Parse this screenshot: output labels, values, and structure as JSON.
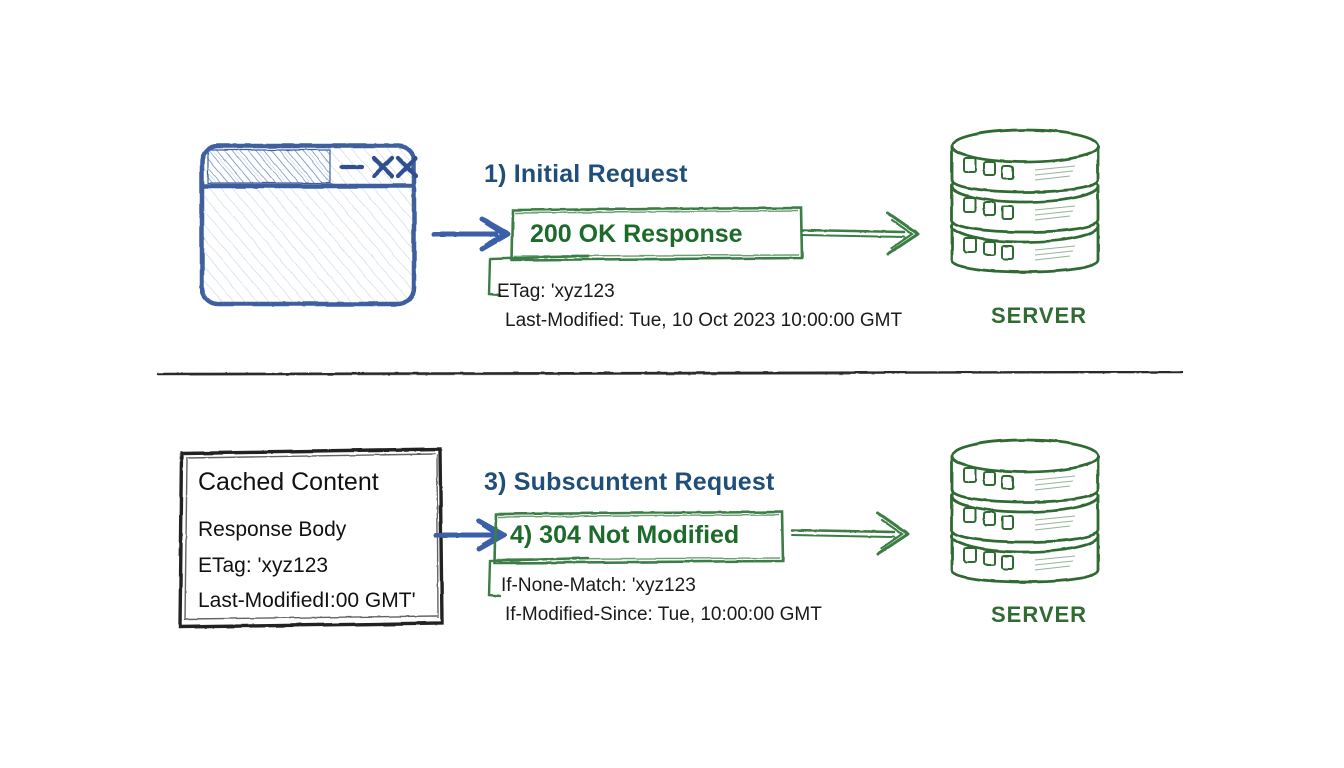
{
  "meta": {
    "title": "HTTP Caching Validation Diagram",
    "background": "#ffffff"
  },
  "colors": {
    "heading_blue": "#1f4e79",
    "arrow_blue": "#3b5ea8",
    "browser_blue": "#3d5f9e",
    "status_green": "#1d6b2a",
    "box_green": "#3a7d44",
    "server_green": "#2f6b32",
    "sketch_black": "#222222",
    "body_text": "#111111"
  },
  "sections": {
    "top": {
      "browser": {
        "icon": "browser-window-icon",
        "minimize_glyph": "−",
        "close_glyph_1": "✕",
        "close_glyph_2": "✕"
      },
      "heading": "1) Initial Request",
      "status_box": {
        "label": "200 OK Response"
      },
      "details": [
        "ETag: 'xyz123",
        "Last-Modified: Tue, 10 Oct 2023 10:00:00 GMT"
      ],
      "server": {
        "icon": "server-stack-icon",
        "label": "SERVER",
        "tiers": 3,
        "lights_per_tier": 3
      },
      "arrows": {
        "request": "blue-arrow-right",
        "response": "green-arrow-right"
      }
    },
    "divider": {
      "name": "section-divider"
    },
    "bottom": {
      "cache_box": {
        "title": "Cached Content",
        "lines": [
          "Response Body",
          "ETag: 'xyz123",
          "Last-ModifiedI:00 GMT'"
        ]
      },
      "heading": "3) Subscuntent Request",
      "status_box": {
        "label": "4) 304 Not Modified"
      },
      "details": [
        "If-None-Match: 'xyz123",
        "If-Modified-Since: Tue, 10:00:00 GMT"
      ],
      "server": {
        "icon": "server-stack-icon",
        "label": "SERVER",
        "tiers": 3,
        "lights_per_tier": 3
      },
      "arrows": {
        "request": "blue-arrow-right",
        "response": "green-arrow-right"
      }
    }
  }
}
